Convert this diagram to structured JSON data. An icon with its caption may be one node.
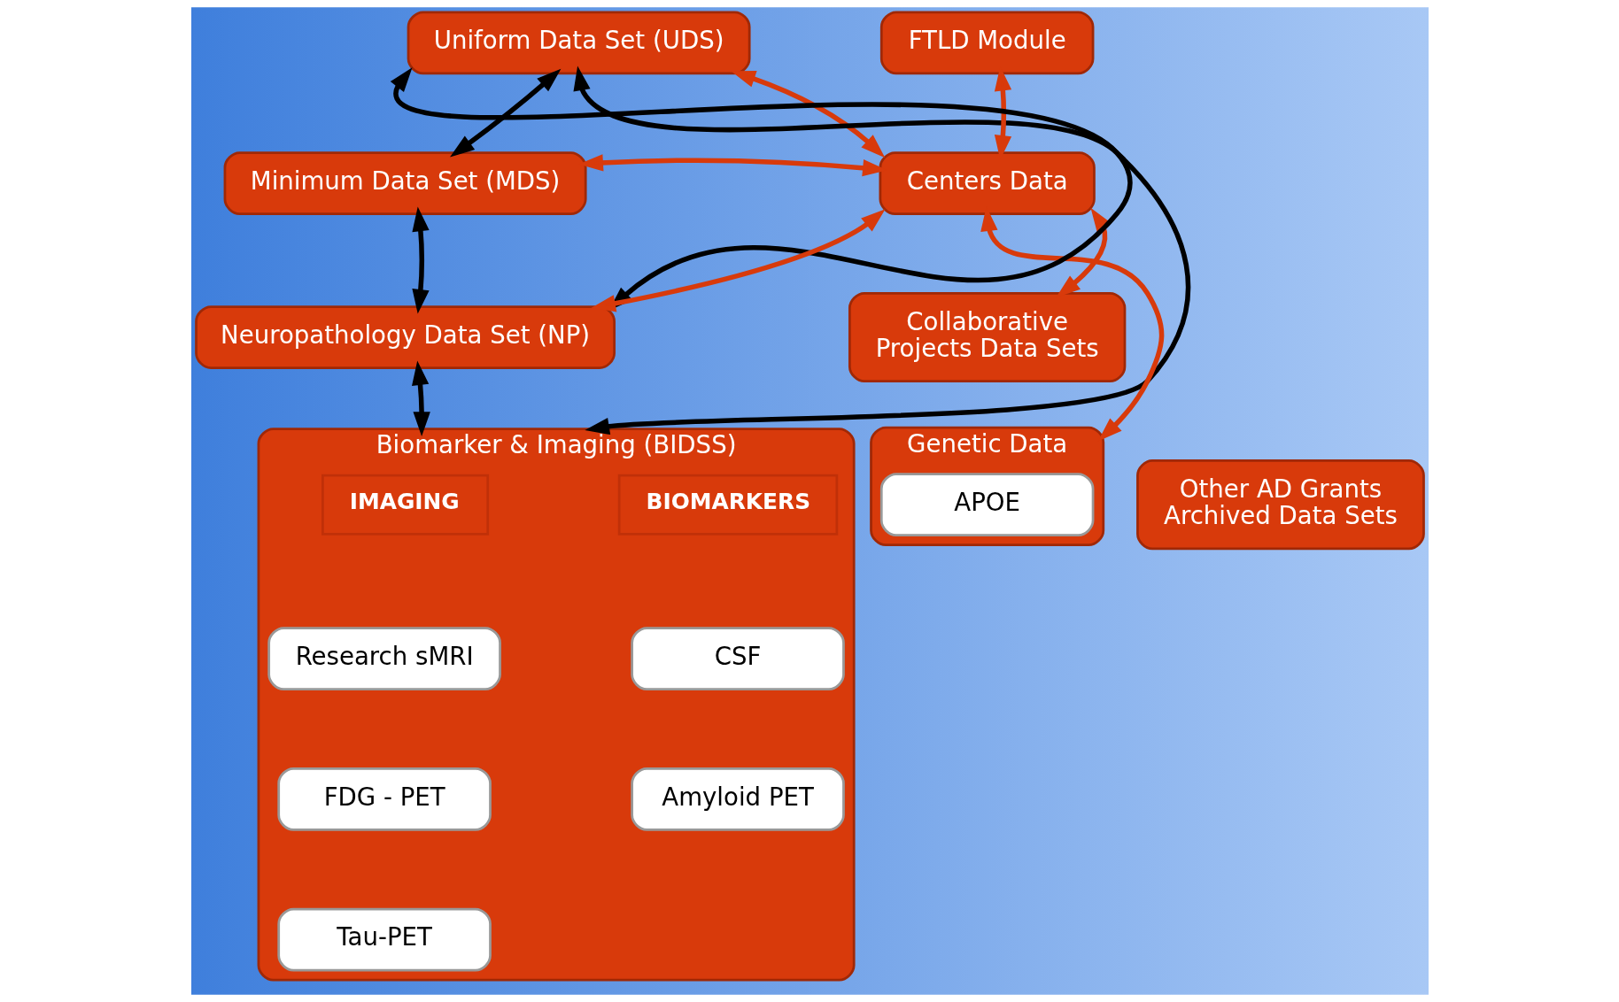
{
  "diagram": {
    "nodes": [
      {
        "text": [
          "Uniform Data Set (UDS)"
        ]
      },
      {
        "text": [
          "FTLD Module"
        ]
      },
      {
        "text": [
          "Minimum Data Set (MDS)"
        ]
      },
      {
        "text": [
          "Centers Data"
        ]
      },
      {
        "text": [
          "Neuropathology Data Set (NP)"
        ]
      },
      {
        "text": [
          "Collaborative",
          "Projects Data Sets"
        ]
      },
      {
        "text": [
          "Biomarker & Imaging (BIDSS)"
        ]
      },
      {
        "text": [
          "IMAGING"
        ],
        "in": 6
      },
      {
        "text": [
          "BIOMARKERS"
        ],
        "in": 6
      },
      {
        "text": [
          "Research sMRI"
        ],
        "in": 6
      },
      {
        "text": [
          "CSF"
        ],
        "in": 6
      },
      {
        "text": [
          "FDG - PET"
        ],
        "in": 6
      },
      {
        "text": [
          "Amyloid PET"
        ],
        "in": 6
      },
      {
        "text": [
          "Tau-PET"
        ],
        "in": 6
      },
      {
        "text": [
          "Genetic Data"
        ]
      },
      {
        "text": [
          "APOE"
        ],
        "in": 14
      },
      {
        "text": [
          "Other AD Grants",
          "Archived Data Sets"
        ]
      }
    ],
    "edges": [
      {
        "from": 2,
        "to": 0,
        "arrow": "both",
        "color": "#000000"
      },
      {
        "from": 4,
        "to": 0,
        "arrow": "both",
        "color": "#000000"
      },
      {
        "from": 2,
        "to": 4,
        "arrow": "both",
        "color": "#000000"
      },
      {
        "from": 0,
        "to": 6,
        "arrow": "both",
        "color": "#000000"
      },
      {
        "from": 4,
        "to": 6,
        "arrow": "both",
        "color": "#000000"
      },
      {
        "from": 1,
        "to": 3,
        "arrow": "both"
      },
      {
        "from": 0,
        "to": 3,
        "arrow": "both"
      },
      {
        "from": 2,
        "to": 3,
        "arrow": "both"
      },
      {
        "from": 4,
        "to": 3,
        "arrow": "both"
      },
      {
        "from": 3,
        "to": 14,
        "arrow": "both"
      },
      {
        "from": 3,
        "to": 5,
        "arrow": "both"
      }
    ]
  }
}
